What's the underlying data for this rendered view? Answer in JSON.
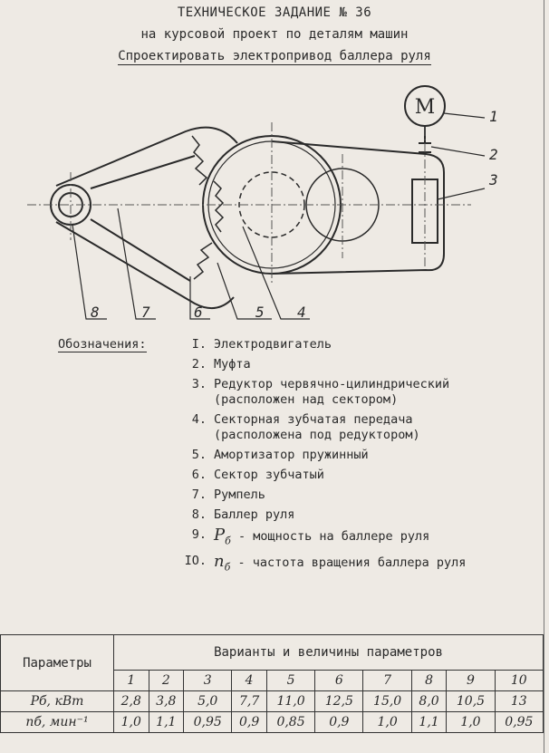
{
  "header": {
    "line1": "ТЕХНИЧЕСКОЕ ЗАДАНИЕ № 36",
    "line2": "на курсовой проект по деталям машин",
    "line3": "Спроектировать электропривод баллера руля"
  },
  "diagram": {
    "motor_letter": "M",
    "callouts": [
      "1",
      "2",
      "3",
      "8",
      "7",
      "6",
      "5",
      "4"
    ]
  },
  "legend": {
    "title": "Обозначения:",
    "items": [
      {
        "num": "I.",
        "text": "Электродвигатель"
      },
      {
        "num": "2.",
        "text": "Муфта"
      },
      {
        "num": "3.",
        "text": "Редуктор червячно-цилиндрический\n(расположен над сектором)"
      },
      {
        "num": "4.",
        "text": "Секторная зубчатая передача\n(расположена под редуктором)"
      },
      {
        "num": "5.",
        "text": "Амортизатор пружинный"
      },
      {
        "num": "6.",
        "text": "Сектор зубчатый"
      },
      {
        "num": "7.",
        "text": "Румпель"
      },
      {
        "num": "8.",
        "text": "Баллер руля"
      },
      {
        "num": "9.",
        "sym": "P",
        "sub": "б",
        "text": " - мощность на баллере руля"
      },
      {
        "num": "IO.",
        "sym": "n",
        "sub": "б",
        "text": " - частота вращения баллера руля"
      }
    ]
  },
  "table": {
    "param_header": "Параметры",
    "variants_header": "Варианты и величины параметров",
    "variants": [
      "1",
      "2",
      "3",
      "4",
      "5",
      "6",
      "7",
      "8",
      "9",
      "10"
    ],
    "rows": [
      {
        "label": "Pб, кВт",
        "values": [
          "2,8",
          "3,8",
          "5,0",
          "7,7",
          "11,0",
          "12,5",
          "15,0",
          "8,0",
          "10,5",
          "13"
        ]
      },
      {
        "label": "nб, мин⁻¹",
        "values": [
          "1,0",
          "1,1",
          "0,95",
          "0,9",
          "0,85",
          "0,9",
          "1,0",
          "1,1",
          "1,0",
          "0,95"
        ]
      }
    ]
  }
}
